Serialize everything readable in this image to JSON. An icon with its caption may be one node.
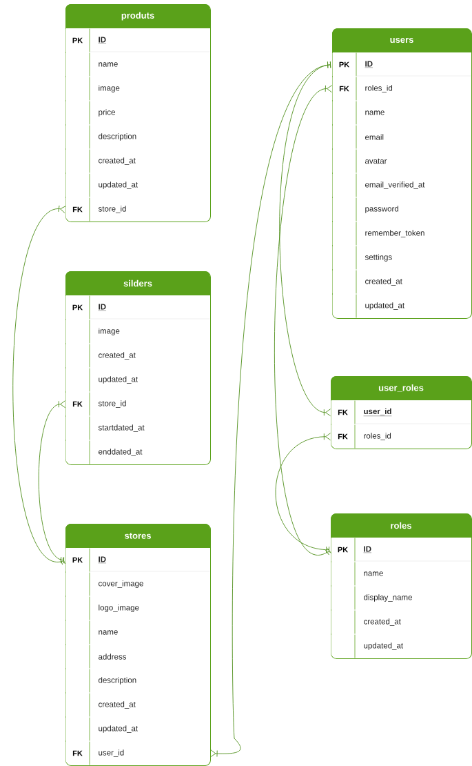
{
  "diagram": {
    "nodes": [
      {
        "text": [
          "produts"
        ]
      },
      {
        "text": [
          "PK",
          "ID"
        ],
        "in": 0
      },
      {
        "text": [
          "name"
        ],
        "in": 0
      },
      {
        "text": [
          "image"
        ],
        "in": 0
      },
      {
        "text": [
          "price"
        ],
        "in": 0
      },
      {
        "text": [
          "description"
        ],
        "in": 0
      },
      {
        "text": [
          "created_at"
        ],
        "in": 0
      },
      {
        "text": [
          "updated_at"
        ],
        "in": 0
      },
      {
        "text": [
          "FK",
          "store_id"
        ],
        "in": 0
      },
      {
        "text": [
          "silders"
        ]
      },
      {
        "text": [
          "PK",
          "ID"
        ],
        "in": 9
      },
      {
        "text": [
          "image"
        ],
        "in": 9
      },
      {
        "text": [
          "created_at"
        ],
        "in": 9
      },
      {
        "text": [
          "updated_at"
        ],
        "in": 9
      },
      {
        "text": [
          "FK",
          "store_id"
        ],
        "in": 9
      },
      {
        "text": [
          "startdated_at"
        ],
        "in": 9
      },
      {
        "text": [
          "enddated_at"
        ],
        "in": 9
      },
      {
        "text": [
          "stores"
        ]
      },
      {
        "text": [
          "PK",
          "ID"
        ],
        "in": 17
      },
      {
        "text": [
          "cover_image"
        ],
        "in": 17
      },
      {
        "text": [
          "logo_image"
        ],
        "in": 17
      },
      {
        "text": [
          "name"
        ],
        "in": 17
      },
      {
        "text": [
          "address"
        ],
        "in": 17
      },
      {
        "text": [
          "description"
        ],
        "in": 17
      },
      {
        "text": [
          "created_at"
        ],
        "in": 17
      },
      {
        "text": [
          "updated_at"
        ],
        "in": 17
      },
      {
        "text": [
          "FK",
          "user_id"
        ],
        "in": 17
      },
      {
        "text": [
          "users"
        ]
      },
      {
        "text": [
          "PK",
          "ID"
        ],
        "in": 27
      },
      {
        "text": [
          "FK",
          "roles_id"
        ],
        "in": 27
      },
      {
        "text": [
          "name"
        ],
        "in": 27
      },
      {
        "text": [
          "email"
        ],
        "in": 27
      },
      {
        "text": [
          "avatar"
        ],
        "in": 27
      },
      {
        "text": [
          "email_verified_at"
        ],
        "in": 27
      },
      {
        "text": [
          "password"
        ],
        "in": 27
      },
      {
        "text": [
          "remember_token"
        ],
        "in": 27
      },
      {
        "text": [
          "settings"
        ],
        "in": 27
      },
      {
        "text": [
          "created_at"
        ],
        "in": 27
      },
      {
        "text": [
          "updated_at"
        ],
        "in": 27
      },
      {
        "text": [
          "user_roles"
        ]
      },
      {
        "text": [
          "FK",
          "user_id"
        ],
        "in": 39
      },
      {
        "text": [
          "FK",
          "roles_id"
        ],
        "in": 39
      },
      {
        "text": [
          "roles"
        ]
      },
      {
        "text": [
          "PK",
          "ID"
        ],
        "in": 42
      },
      {
        "text": [
          "name"
        ],
        "in": 42
      },
      {
        "text": [
          "display_name"
        ],
        "in": 42
      },
      {
        "text": [
          "created_at"
        ],
        "in": 42
      },
      {
        "text": [
          "updated_at"
        ],
        "in": 42
      }
    ],
    "edges": [
      {
        "from": 18,
        "to": 8,
        "arrow": "other"
      },
      {
        "from": 18,
        "to": 14,
        "arrow": "other"
      },
      {
        "from": 28,
        "to": 26,
        "arrow": "other"
      },
      {
        "from": 28,
        "to": 40,
        "arrow": "other"
      },
      {
        "from": 43,
        "to": 41,
        "arrow": "other"
      },
      {
        "from": 43,
        "to": 29,
        "arrow": "other"
      }
    ]
  }
}
